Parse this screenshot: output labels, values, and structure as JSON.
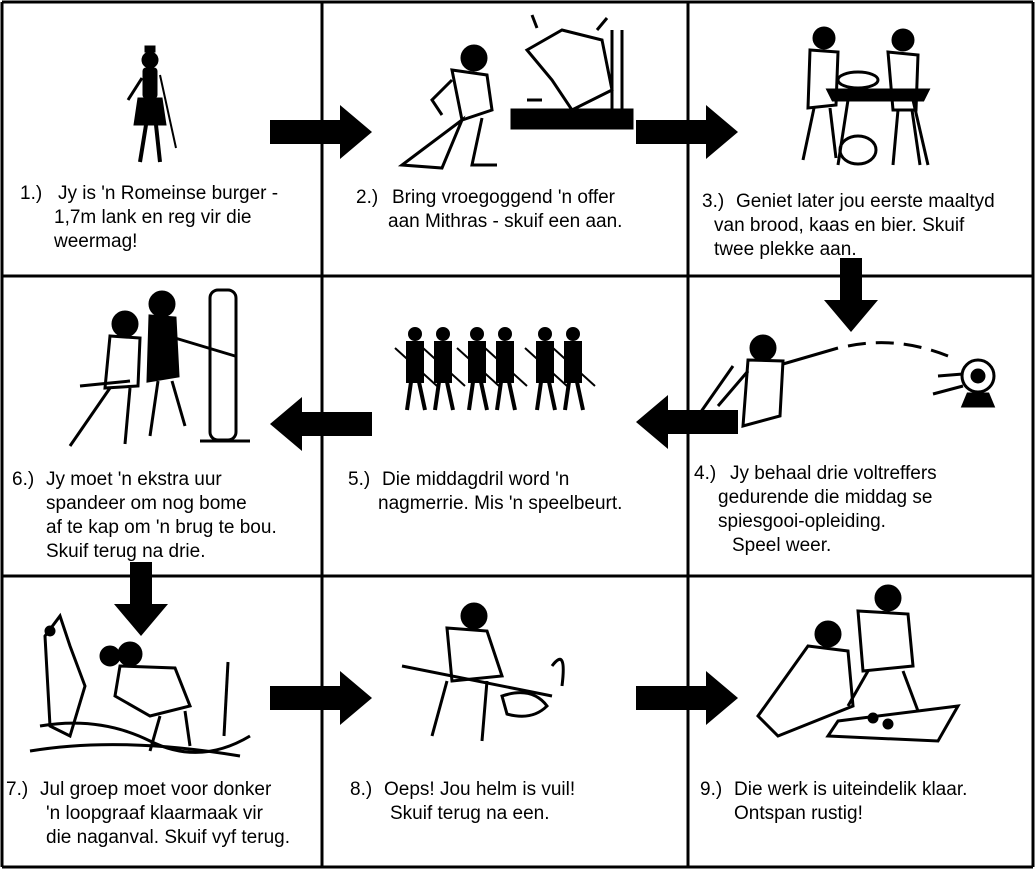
{
  "board": {
    "squares": [
      {
        "number": "1.)",
        "lines": [
          "Jy is 'n Romeinse burger -",
          "1,7m lank en reg vir die",
          "weermag!"
        ],
        "picture": "roman-soldier-standing"
      },
      {
        "number": "2.)",
        "lines": [
          "Bring vroegoggend 'n offer",
          "aan Mithras - skuif een aan."
        ],
        "picture": "soldier-kneeling-before-bull-altar"
      },
      {
        "number": "3.)",
        "lines": [
          "Geniet later jou eerste maaltyd",
          "van brood, kaas en bier. Skuif",
          "twee plekke aan."
        ],
        "picture": "soldiers-at-food-table"
      },
      {
        "number": "4.)",
        "lines": [
          "Jy behaal drie voltreffers",
          "gedurende die middag se",
          "spiesgooi-opleiding.",
          "Speel weer."
        ],
        "picture": "soldier-throwing-spear-at-target"
      },
      {
        "number": "5.)",
        "lines": [
          "Die middagdril word 'n",
          "nagmerrie. Mis 'n speelbeurt."
        ],
        "picture": "marching-soldiers-drill"
      },
      {
        "number": "6.)",
        "lines": [
          "Jy moet 'n ekstra uur",
          "spandeer om nog bome",
          "af te kap om 'n brug te bou.",
          "Skuif terug na drie."
        ],
        "picture": "soldiers-chopping-wood"
      },
      {
        "number": "7.)",
        "lines": [
          "Jul groep moet voor donker",
          "'n loopgraaf klaarmaak vir",
          "die naganval. Skuif vyf terug."
        ],
        "picture": "soldiers-digging-trench"
      },
      {
        "number": "8.)",
        "lines": [
          "Oeps! Jou helm is vuil!",
          "Skuif terug na een."
        ],
        "picture": "soldier-cleaning-helmet"
      },
      {
        "number": "9.)",
        "lines": [
          "Die werk is uiteindelik klaar.",
          "Ontspan rustig!"
        ],
        "picture": "soldiers-playing-dice"
      }
    ],
    "colors": {
      "line": "#000000",
      "background": "#ffffff"
    }
  }
}
